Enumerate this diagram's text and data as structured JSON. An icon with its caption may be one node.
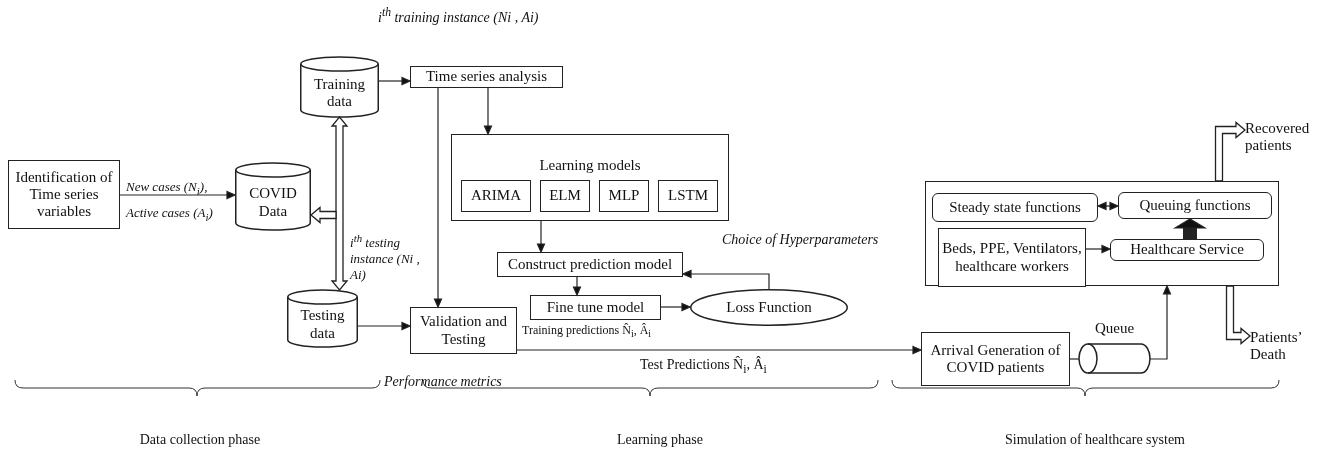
{
  "diagram": {
    "nodes": [
      {
        "text": [
          "Identification of Time series variables"
        ]
      },
      {
        "text": [
          "COVID Data"
        ]
      },
      {
        "text": [
          "Training data"
        ]
      },
      {
        "text": [
          "Testing data"
        ]
      },
      {
        "text": [
          "Time series analysis"
        ]
      },
      {
        "text": [
          "Learning models"
        ]
      },
      {
        "text": [
          "ARIMA"
        ],
        "in": 5
      },
      {
        "text": [
          "ELM"
        ],
        "in": 5
      },
      {
        "text": [
          "MLP"
        ],
        "in": 5
      },
      {
        "text": [
          "LSTM"
        ],
        "in": 5
      },
      {
        "text": [
          "Construct prediction model"
        ]
      },
      {
        "text": [
          "Fine tune model"
        ],
        "beside": [
          "Training predictions N̂$_{i}$, Â$_{i}$"
        ]
      },
      {
        "text": [
          "Loss Function"
        ]
      },
      {
        "text": [
          "Validation and Testing"
        ],
        "beside": [
          "Performance metrics"
        ]
      },
      {
        "text": [],
        "shape": "box"
      },
      {
        "text": [
          "Steady state functions"
        ],
        "in": 14
      },
      {
        "text": [
          "Queuing functions"
        ],
        "in": 14
      },
      {
        "text": [
          "Beds, PPE, Ventilators, healthcare workers"
        ],
        "in": 14
      },
      {
        "text": [
          "Healthcare Service"
        ],
        "in": 14
      },
      {
        "text": [
          "Arrival Generation of COVID patients"
        ]
      },
      {
        "text": [
          "Queue"
        ]
      },
      {
        "text": [
          "Recovered patients"
        ]
      },
      {
        "text": [
          "Patients’ Death"
        ]
      }
    ],
    "edges": [
      {
        "from": 0,
        "to": 1,
        "arrow": "to",
        "label": "New cases (N$_{i}$), Active cases (A$_{i}$)"
      },
      {
        "from": 2,
        "to": 4,
        "arrow": "to"
      },
      {
        "from": 2,
        "to": 3,
        "arrow": "both",
        "style": "thick"
      },
      {
        "from": null,
        "to": 1,
        "arrow": "to",
        "style": "thick"
      },
      {
        "from": 4,
        "to": 13,
        "arrow": "to"
      },
      {
        "from": 4,
        "to": 5,
        "arrow": "to"
      },
      {
        "from": 5,
        "to": 10,
        "arrow": "to"
      },
      {
        "from": 10,
        "to": 11,
        "arrow": "to"
      },
      {
        "from": 11,
        "to": 12,
        "arrow": "to"
      },
      {
        "from": 12,
        "to": 10,
        "arrow": "to",
        "label": "Choice of Hyperparameters"
      },
      {
        "from": 3,
        "to": 13,
        "arrow": "to"
      },
      {
        "from": 13,
        "to": 19,
        "arrow": "to",
        "label": "Test Predictions N̂$_{i}$, Â$_{i}$"
      },
      {
        "from": 19,
        "to": 20,
        "arrow": "none"
      },
      {
        "from": 20,
        "to": 14,
        "arrow": "to"
      },
      {
        "from": 15,
        "to": 16,
        "arrow": "both"
      },
      {
        "from": 17,
        "to": 18,
        "arrow": "to"
      },
      {
        "from": 18,
        "to": 16,
        "arrow": "to",
        "style": "thick"
      },
      {
        "from": 14,
        "to": 21,
        "arrow": "to",
        "style": "thick"
      },
      {
        "from": 14,
        "to": 22,
        "arrow": "to",
        "style": "thick"
      }
    ],
    "labels": [
      "i$^{th}$ training instance (Ni , Ai)",
      "i$^{th}$ testing instance (Ni , Ai)",
      "Data collection phase",
      "Learning phase",
      "Simulation of healthcare system"
    ]
  }
}
